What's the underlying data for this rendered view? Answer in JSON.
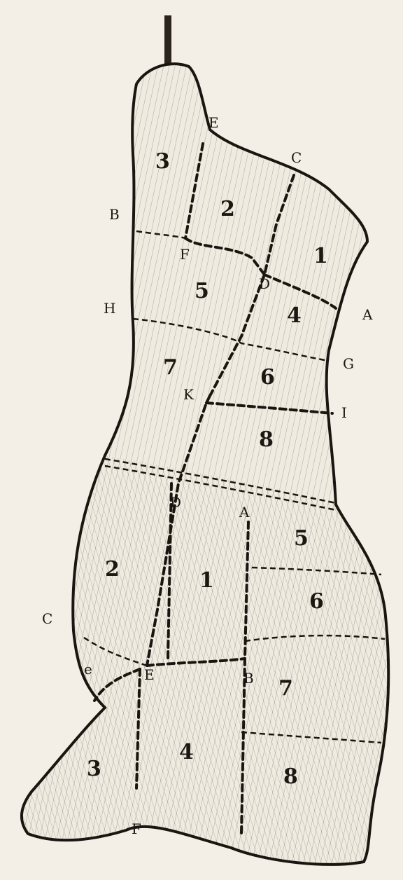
{
  "figure": {
    "labels_letters": {
      "E_top": "E",
      "C_top": "C",
      "B_left": "B",
      "F_upper": "F",
      "D_upper": "D",
      "A_right": "A",
      "H_left": "H",
      "G_right": "G",
      "K_mid": "K",
      "I_right": "I",
      "D_lower": "D",
      "A_lower": "A",
      "C_left": "C",
      "e_left": "e",
      "E_lower": "E",
      "B_lower": "B",
      "F_bottom": "F"
    },
    "labels_numbers": {
      "n3_top": "3",
      "n2_top": "2",
      "n1_top": "1",
      "n5_top": "5",
      "n4": "4",
      "n7_top": "7",
      "n6_top": "6",
      "n8_top": "8",
      "n5_low": "5",
      "n2_low": "2",
      "n1_low": "1",
      "n6_low": "6",
      "n7_low": "7",
      "n3_low": "3",
      "n4_low": "4",
      "n8_low": "8"
    }
  }
}
